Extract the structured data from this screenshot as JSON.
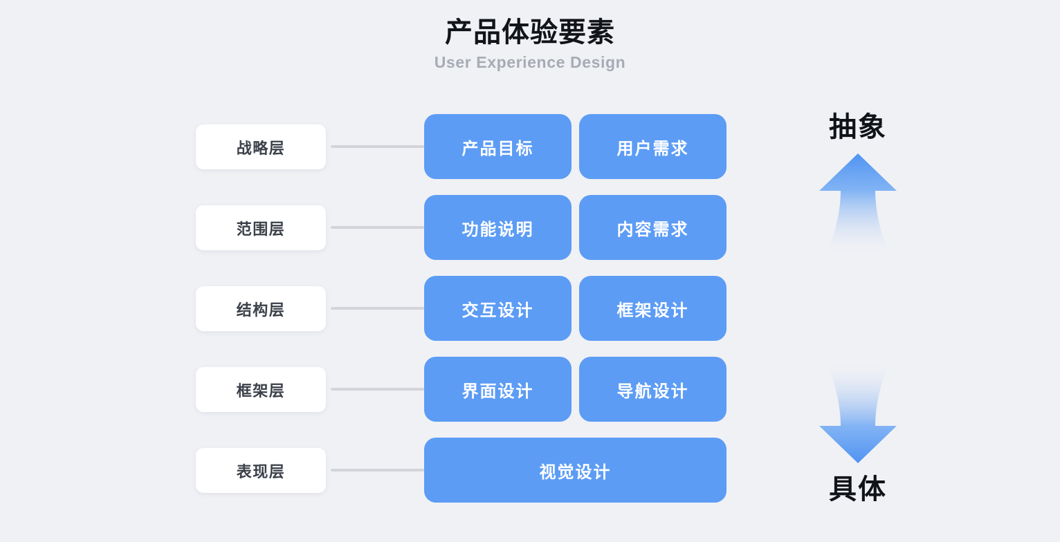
{
  "header": {
    "title": "产品体验要素",
    "subtitle": "User Experience Design"
  },
  "colors": {
    "background": "#f0f1f5",
    "card_blue": "#5c9cf5",
    "label_white": "#ffffff",
    "connector_gray": "#d2d4d9",
    "title_black": "#111418",
    "subtitle_gray": "#a7abb4",
    "label_text": "#3b4049"
  },
  "rows": [
    {
      "layer": "战略层",
      "cards": [
        {
          "label": "产品目标",
          "width": "half"
        },
        {
          "label": "用户需求",
          "width": "half"
        }
      ]
    },
    {
      "layer": "范围层",
      "cards": [
        {
          "label": "功能说明",
          "width": "half"
        },
        {
          "label": "内容需求",
          "width": "half"
        }
      ]
    },
    {
      "layer": "结构层",
      "cards": [
        {
          "label": "交互设计",
          "width": "half"
        },
        {
          "label": "框架设计",
          "width": "half"
        }
      ]
    },
    {
      "layer": "框架层",
      "cards": [
        {
          "label": "界面设计",
          "width": "half"
        },
        {
          "label": "导航设计",
          "width": "half"
        }
      ]
    },
    {
      "layer": "表现层",
      "cards": [
        {
          "label": "视觉设计",
          "width": "full"
        }
      ]
    }
  ],
  "axis": {
    "top_label": "抽象",
    "bottom_label": "具体",
    "up_arrow_icon": "arrow-up-gradient-icon",
    "down_arrow_icon": "arrow-down-gradient-icon"
  }
}
